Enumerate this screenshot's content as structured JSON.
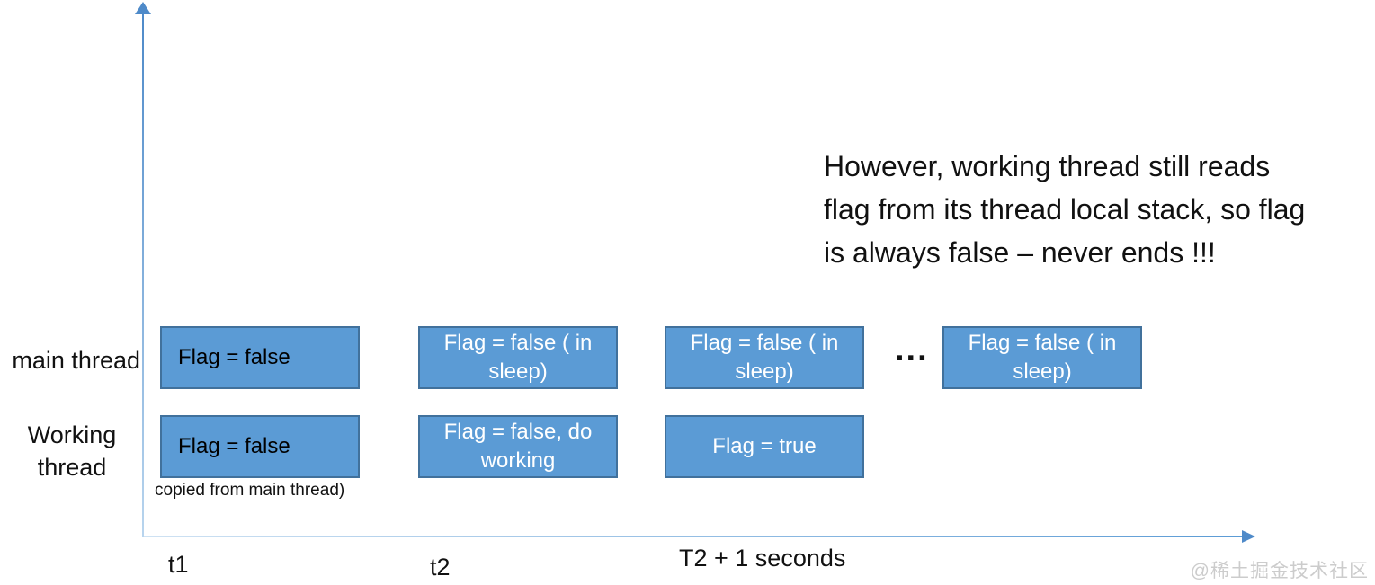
{
  "note": {
    "text": "However, working thread still reads\nflag from its thread local stack, so flag\nis always false – never ends !!!"
  },
  "rows": [
    {
      "label": "main thread",
      "boxes": [
        {
          "text": "Flag = false"
        },
        {
          "text": "Flag = false ( in\nsleep)"
        },
        {
          "text": "Flag = false ( in\nsleep)"
        },
        {
          "text": "Flag = false ( in\nsleep)"
        }
      ]
    },
    {
      "label": "Working\nthread",
      "boxes": [
        {
          "text": "Flag = false"
        },
        {
          "text": "Flag = false, do\nworking"
        },
        {
          "text": "Flag = true"
        }
      ],
      "caption": "copied from main thread)"
    }
  ],
  "ellipsis": "...",
  "x_axis": {
    "labels": [
      "t1",
      "t2",
      "T2 + 1 seconds"
    ]
  },
  "watermark": "@稀土掘金技术社区",
  "colors": {
    "box_fill": "#5b9bd5",
    "box_border": "#41719c",
    "box_text_light": "#ffffff",
    "box_text_dark": "#000000",
    "axis_arrow_blue": "#4e8ac9",
    "axis_line_light": "#cfe2f3",
    "text_black": "#111111",
    "watermark_gray": "#cccccc"
  }
}
